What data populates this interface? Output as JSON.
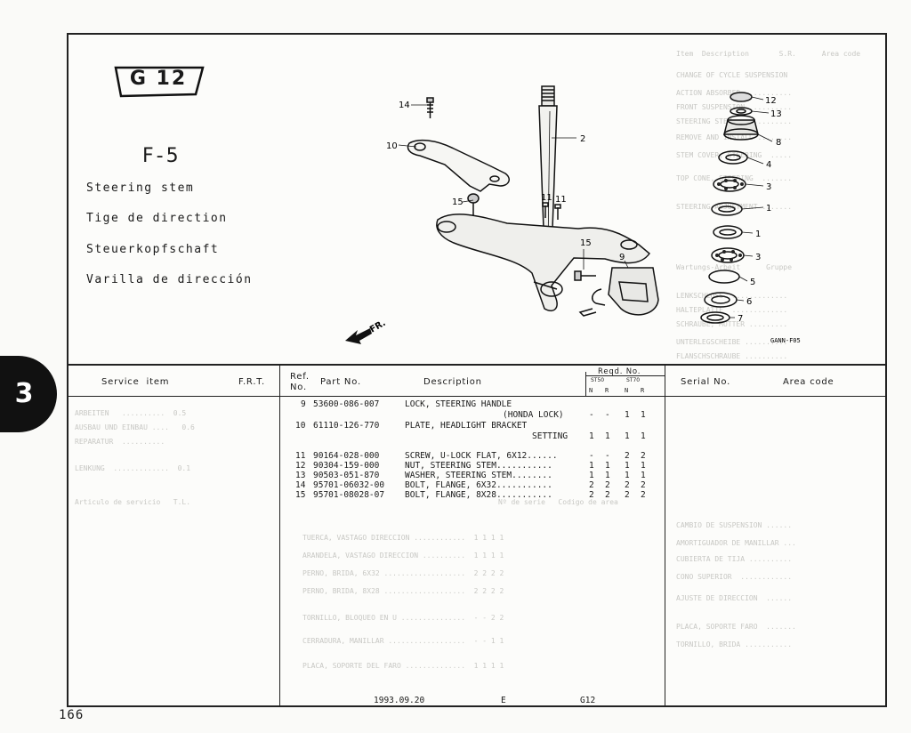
{
  "group_code": "G 12",
  "section_code": "F-5",
  "section_names": [
    "Steering stem",
    "Tige de direction",
    "Steuerkopfschaft",
    "Varilla de dirección"
  ],
  "figure_code": "GANN-F0500",
  "direction_marker": "FR.",
  "chapter_tab": "3",
  "page_number": "166",
  "callouts": [
    "14",
    "10",
    "2",
    "12",
    "13",
    "8",
    "4",
    "3",
    "1",
    "15",
    "11",
    "11",
    "15",
    "9",
    "1",
    "3",
    "5",
    "6",
    "7"
  ],
  "table": {
    "headers": {
      "service_item": "Service  item",
      "frt": "F.R.T.",
      "ref_no": "Ref.\nNo.",
      "part_no": "Part No.",
      "description": "Description",
      "reqd_no": "Reqd. No.",
      "reqd_sub": [
        "ST50",
        "ST70"
      ],
      "reqd_cols": [
        "N",
        "R",
        "N",
        "R"
      ],
      "serial_no": "Serial No.",
      "area_code": "Area code"
    },
    "rows": [
      {
        "ref": "9",
        "part": "53600-086-007",
        "desc": "LOCK, STEERING HANDLE",
        "desc2": "(HONDA LOCK)",
        "qty": [
          "-",
          "-",
          "1",
          "1"
        ]
      },
      {
        "ref": "10",
        "part": "61110-126-770",
        "desc": "PLATE, HEADLIGHT BRACKET",
        "desc2": "SETTING",
        "qty": [
          "1",
          "1",
          "1",
          "1"
        ]
      },
      {
        "ref": "11",
        "part": "90164-028-000",
        "desc": "SCREW, U-LOCK FLAT, 6X12......",
        "desc2": "",
        "qty": [
          "-",
          "-",
          "2",
          "2"
        ]
      },
      {
        "ref": "12",
        "part": "90304-159-000",
        "desc": "NUT, STEERING STEM...........",
        "desc2": "",
        "qty": [
          "1",
          "1",
          "1",
          "1"
        ]
      },
      {
        "ref": "13",
        "part": "90503-051-870",
        "desc": "WASHER, STEERING STEM........",
        "desc2": "",
        "qty": [
          "1",
          "1",
          "1",
          "1"
        ]
      },
      {
        "ref": "14",
        "part": "95701-06032-00",
        "desc": "BOLT, FLANGE, 6X32...........",
        "desc2": "",
        "qty": [
          "2",
          "2",
          "2",
          "2"
        ]
      },
      {
        "ref": "15",
        "part": "95701-08028-07",
        "desc": "BOLT, FLANGE, 8X28...........",
        "desc2": "",
        "qty": [
          "2",
          "2",
          "2",
          "2"
        ]
      }
    ]
  },
  "footer": {
    "date": "1993.09.20",
    "edition": "E",
    "group": "G12"
  }
}
